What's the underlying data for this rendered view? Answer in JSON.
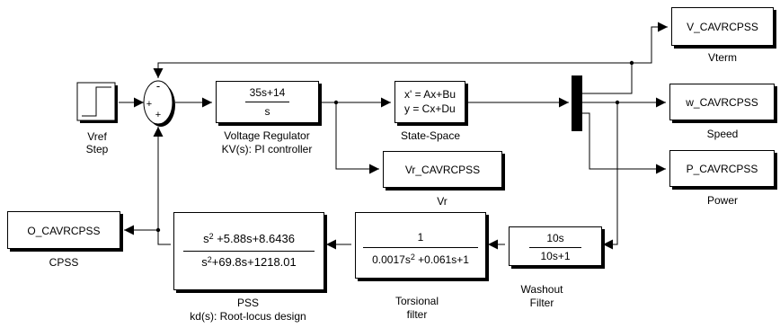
{
  "blocks": {
    "vref": {
      "label1": "Vref",
      "label2": "Step"
    },
    "pi": {
      "num": "35s+14",
      "den": "s",
      "label1": "Voltage Regulator",
      "label2": "KV(s): PI controller"
    },
    "ss": {
      "line1": "x' = Ax+Bu",
      "line2": "y = Cx+Du",
      "label": "State-Space"
    },
    "v_out": {
      "name": "V_CAVRCPSS",
      "label": "Vterm"
    },
    "w_out": {
      "name": "w_CAVRCPSS",
      "label": "Speed"
    },
    "p_out": {
      "name": "P_CAVRCPSS",
      "label": "Power"
    },
    "vr_out": {
      "name": "Vr_CAVRCPSS",
      "label": "Vr"
    },
    "o_out": {
      "name": "O_CAVRCPSS",
      "label": "CPSS"
    },
    "washout": {
      "num": "10s",
      "den": "10s+1",
      "label1": "Washout",
      "label2": "Filter"
    },
    "torsional": {
      "num": "1",
      "den_a": "0.0017s",
      "den_exp": "2",
      "den_b": " +0.061s+1",
      "label1": "Torsional",
      "label2": "filter"
    },
    "pss": {
      "num_a": "s",
      "num_exp": "2",
      "num_b": " +5.88s+8.6436",
      "den_a": "s",
      "den_exp": "2",
      "den_b": "+69.8s+1218.01",
      "label1": "PSS",
      "label2": "kd(s): Root-locus design"
    }
  },
  "sum": {
    "top": "-",
    "left": "+",
    "bottom": "+"
  }
}
